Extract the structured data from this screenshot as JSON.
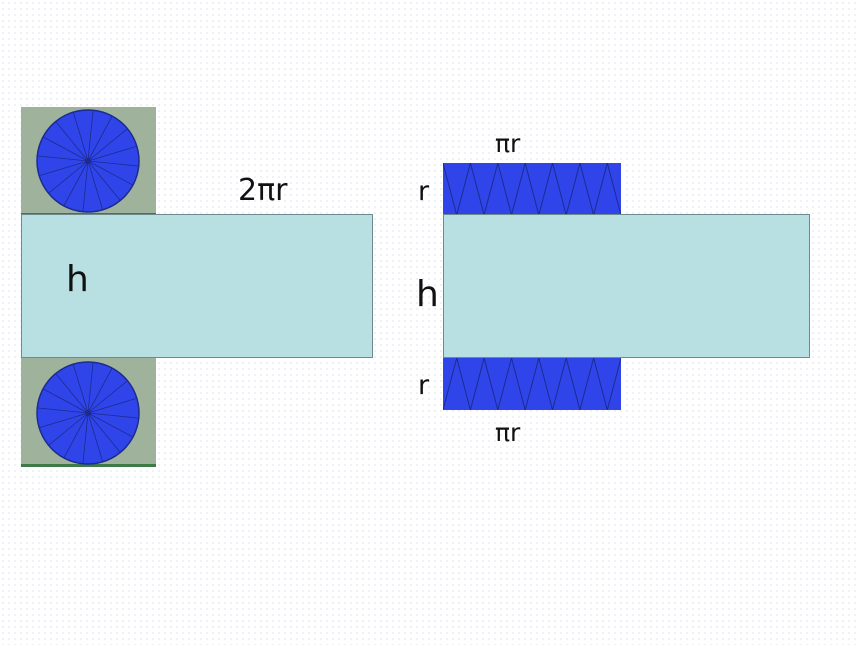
{
  "left_net": {
    "width_label": "2πr",
    "height_label": "h"
  },
  "right_net": {
    "top_length_label": "πr",
    "top_radius_label": "r",
    "height_label": "h",
    "bottom_radius_label": "r",
    "bottom_length_label": "πr"
  },
  "colors": {
    "lateral_face": "#b8e0e2",
    "disc": "#2f45ea",
    "photo_bg": "#9fb39c"
  }
}
